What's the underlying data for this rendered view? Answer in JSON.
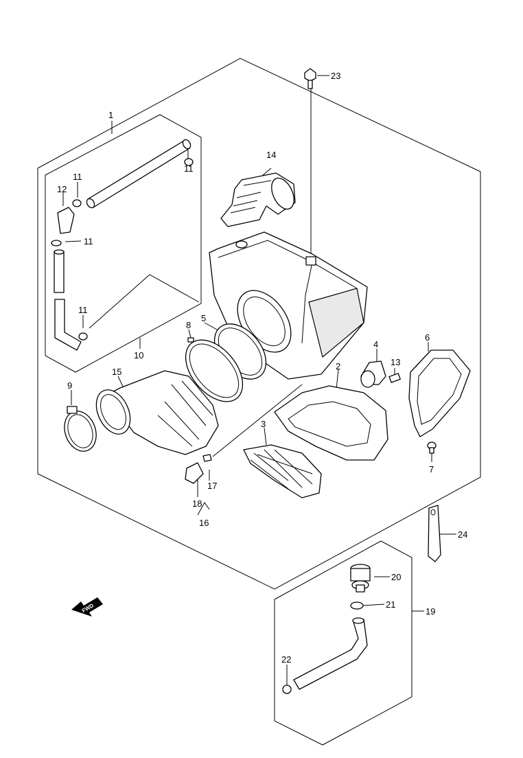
{
  "callouts": {
    "c1": "1",
    "c2": "2",
    "c3": "3",
    "c4": "4",
    "c5": "5",
    "c6": "6",
    "c7": "7",
    "c8": "8",
    "c9": "9",
    "c10": "10",
    "c11a": "11",
    "c11b": "11",
    "c11c": "11",
    "c11d": "11",
    "c12": "12",
    "c13": "13",
    "c14": "14",
    "c15": "15",
    "c16": "16",
    "c17": "17",
    "c18": "18",
    "c19": "19",
    "c20": "20",
    "c21": "21",
    "c22": "22",
    "c23": "23",
    "c24": "24"
  },
  "fwd": {
    "label": "FWD"
  }
}
